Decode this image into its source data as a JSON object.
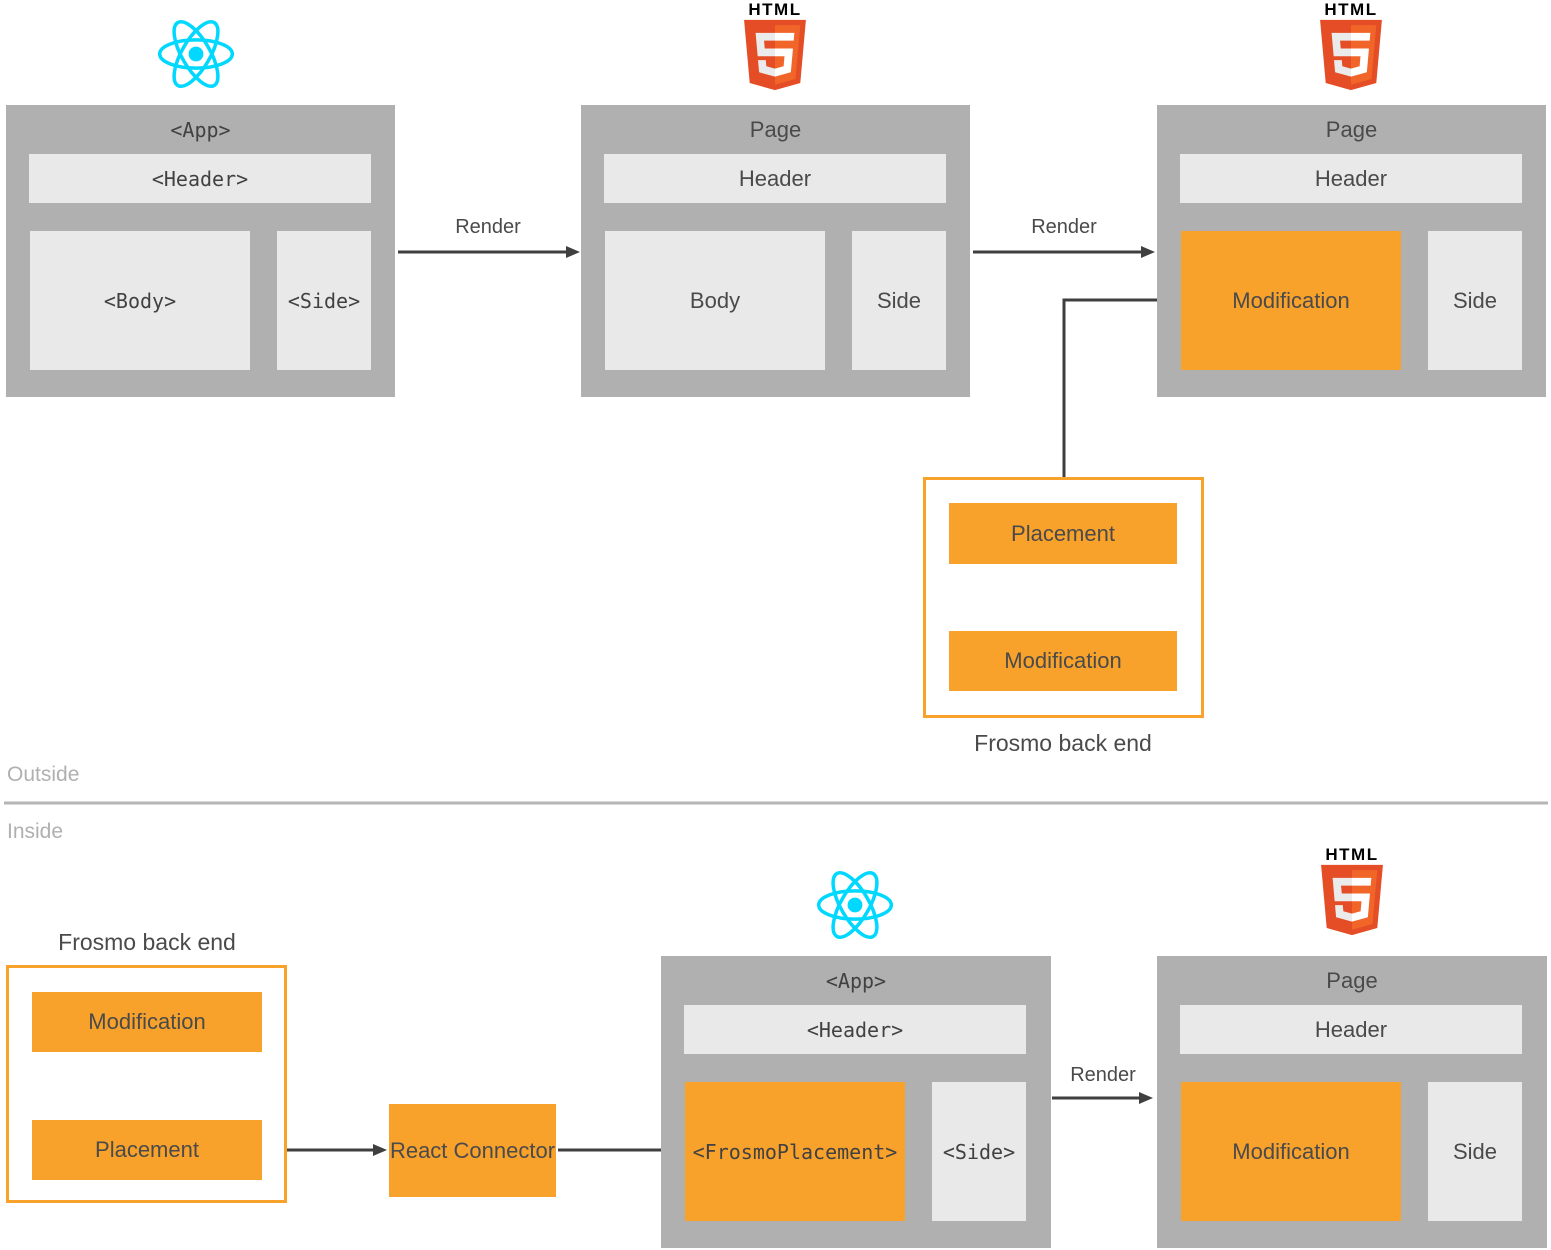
{
  "labels": {
    "render": "Render",
    "outside": "Outside",
    "inside": "Inside"
  },
  "logos": {
    "html_text": "HTML"
  },
  "outside": {
    "react_app": {
      "title": "<App>",
      "header": "<Header>",
      "body": "<Body>",
      "side": "<Side>"
    },
    "page_rendered": {
      "title": "Page",
      "header": "Header",
      "body": "Body",
      "side": "Side"
    },
    "page_modified": {
      "title": "Page",
      "header": "Header",
      "modification": "Modification",
      "side": "Side"
    },
    "frosmo_backend": {
      "label": "Frosmo back end",
      "placement": "Placement",
      "modification": "Modification"
    }
  },
  "inside": {
    "frosmo_backend": {
      "label": "Frosmo back end",
      "modification": "Modification",
      "placement": "Placement"
    },
    "react_connector": {
      "label": "React Connector"
    },
    "react_app": {
      "title": "<App>",
      "header": "<Header>",
      "frosmo_placement": "<FrosmoPlacement>",
      "side": "<Side>"
    },
    "page_rendered": {
      "title": "Page",
      "header": "Header",
      "modification": "Modification",
      "side": "Side"
    }
  },
  "colors": {
    "accent_orange": "#F8A22C",
    "box_gray": "#B0B0B0",
    "panel_light": "#E9E9E9",
    "arrow_dark": "#3F3F3F",
    "react_cyan": "#00D8FF",
    "html5_orange": "#E44D26",
    "html5_orange_light": "#F16529"
  }
}
